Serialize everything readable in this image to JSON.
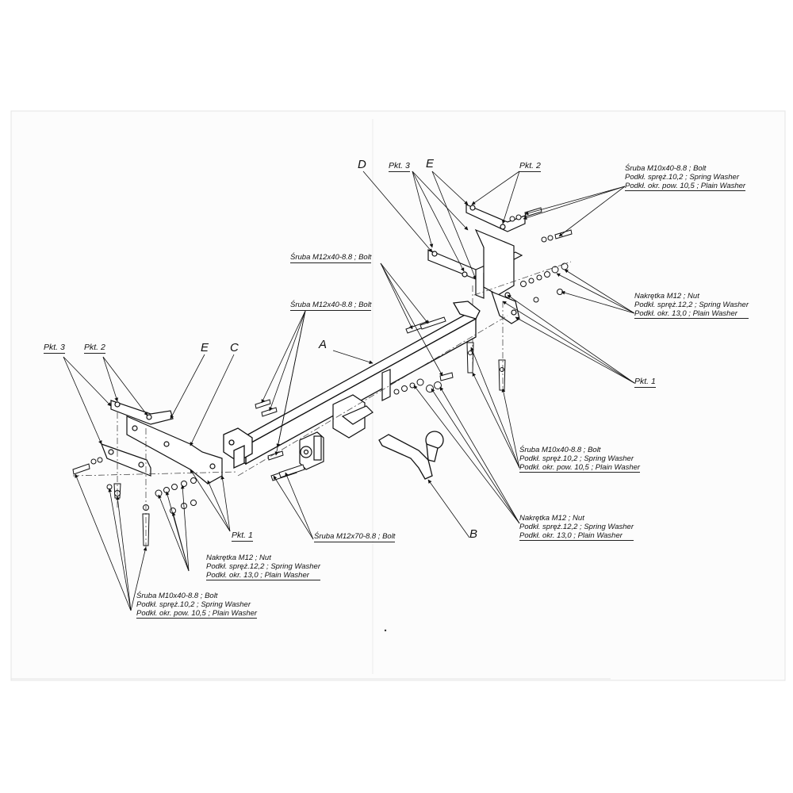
{
  "labels": {
    "A": "A",
    "B": "B",
    "C": "C",
    "D": "D",
    "E": "E",
    "pkt1": "Pkt. 1",
    "pkt2": "Pkt. 2",
    "pkt3": "Pkt. 3"
  },
  "callouts": {
    "bolt_m12x40": "Śruba M12x40-8.8 ;  Bolt",
    "bolt_m12x70": "Śruba M12x70-8.8 ;  Bolt",
    "bolt_m10x40": "Śruba M10x40-8.8 ;  Bolt",
    "spring_washer_10": "Podkł. spręż.10,2 ; Spring Washer",
    "plain_washer_10": "Podkł. okr. pow. 10,5 ; Plain Washer",
    "nut_m12": "Nakrętka  M12 ; Nut",
    "spring_washer_12": "Podkł. spręż.12,2 ; Spring Washer",
    "plain_washer_13": "Podkł. okr. 13,0 ; Plain Washer"
  }
}
